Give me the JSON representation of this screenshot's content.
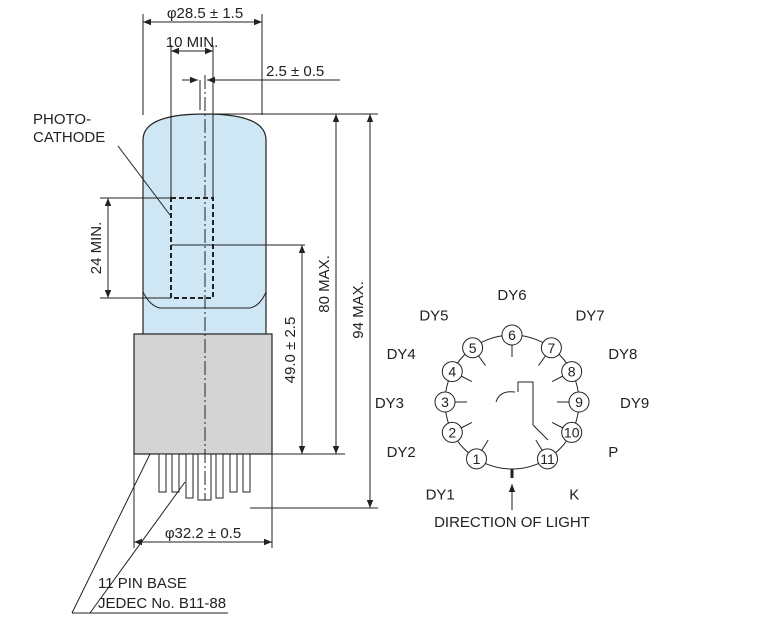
{
  "tube": {
    "dim_top_diameter": "φ28.5 ± 1.5",
    "dim_window": "10 MIN.",
    "dim_offset": "2.5 ± 0.5",
    "dim_cathode_height": "24 MIN.",
    "dim_center_height": "49.0 ± 2.5",
    "dim_body_height": "80 MAX.",
    "dim_total_height": "94 MAX.",
    "dim_base_diameter": "φ32.2 ± 0.5",
    "label_photocathode_1": "PHOTO-",
    "label_photocathode_2": "CATHODE",
    "label_base_1": "11 PIN BASE",
    "label_base_2": "JEDEC No. B11-88",
    "colors": {
      "glass": "#cfe7f5",
      "base": "#d4d4d4",
      "outline": "#222222"
    }
  },
  "pinout": {
    "pin_numbers": [
      "1",
      "2",
      "3",
      "4",
      "5",
      "6",
      "7",
      "8",
      "9",
      "10",
      "11"
    ],
    "pin_labels": [
      "DY1",
      "DY2",
      "DY3",
      "DY4",
      "DY5",
      "DY6",
      "DY7",
      "DY8",
      "DY9",
      "P",
      "K"
    ],
    "direction_label": "DIRECTION OF LIGHT"
  }
}
